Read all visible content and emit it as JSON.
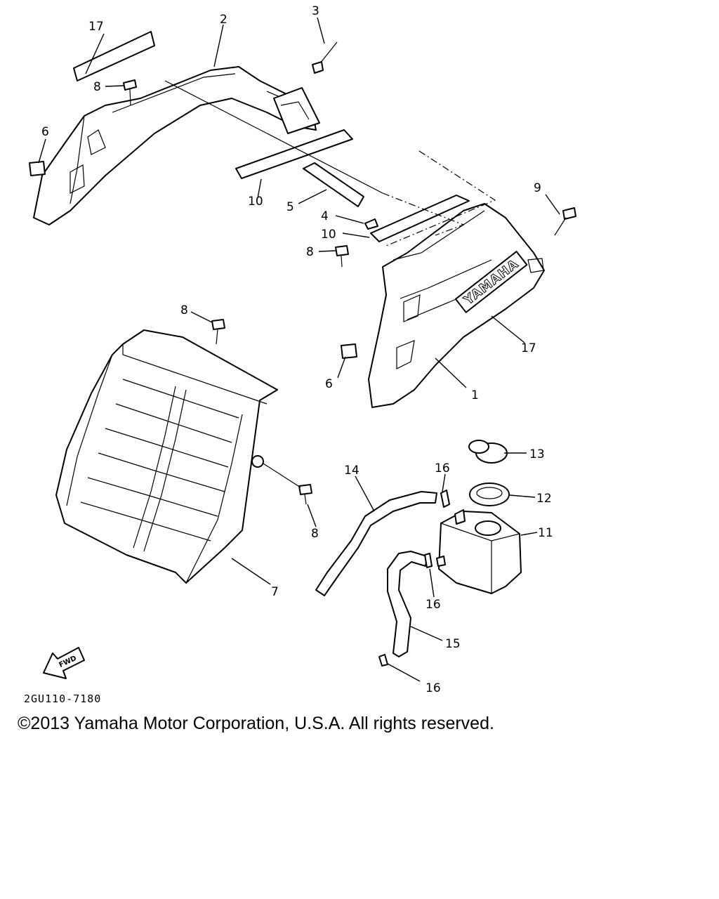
{
  "diagram": {
    "part_numbers": [
      "1",
      "2",
      "3",
      "4",
      "5",
      "6",
      "7",
      "8",
      "9",
      "10",
      "11",
      "12",
      "13",
      "14",
      "15",
      "16",
      "17"
    ],
    "brand_decal_text": "YAMAHA",
    "fwd_arrow_label": "FWD"
  },
  "footer": {
    "diagram_code": "2GU110-7180",
    "copyright": "©2013 Yamaha Motor Corporation, U.S.A. All rights reserved."
  }
}
